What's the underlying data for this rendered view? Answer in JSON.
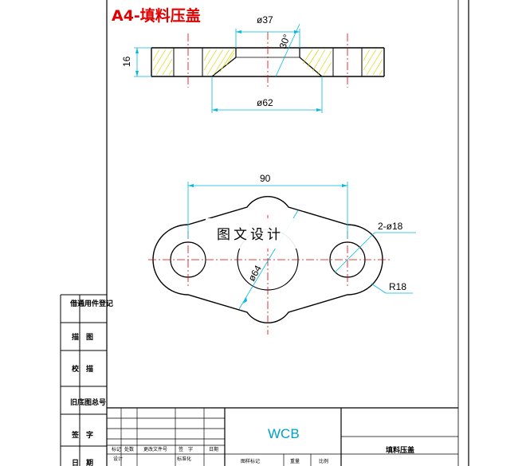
{
  "title": "A4-填料压盖",
  "section_view": {
    "dim_top": "ø37",
    "dim_chamfer": "30°",
    "dim_height": "16",
    "dim_bottom": "ø62"
  },
  "plan_view": {
    "dim_spacing": "90",
    "dim_holes": "2-ø18",
    "dim_center": "ø64",
    "dim_radius": "R18"
  },
  "watermark": {
    "text": "图文设计"
  },
  "left_column": {
    "labels": [
      "借通用件登记",
      "描　图",
      "校　描",
      "旧底图总号",
      "签　字",
      "日　期"
    ]
  },
  "title_block": {
    "row_labels_a": [
      "标记",
      "处数",
      "更改文件号",
      "签　字",
      "日期"
    ],
    "row_labels_b": [
      "设计",
      "",
      "标准化",
      "",
      ""
    ],
    "material": "WCB",
    "bottom_labels": [
      "图样标记",
      "重量",
      "比例"
    ],
    "part_name": "填料压盖"
  },
  "colors": {
    "outline": "#000000",
    "dimension": "#00b8e0",
    "centerline": "#e00000",
    "hatch": "#d8d800",
    "title": "#e00000"
  }
}
